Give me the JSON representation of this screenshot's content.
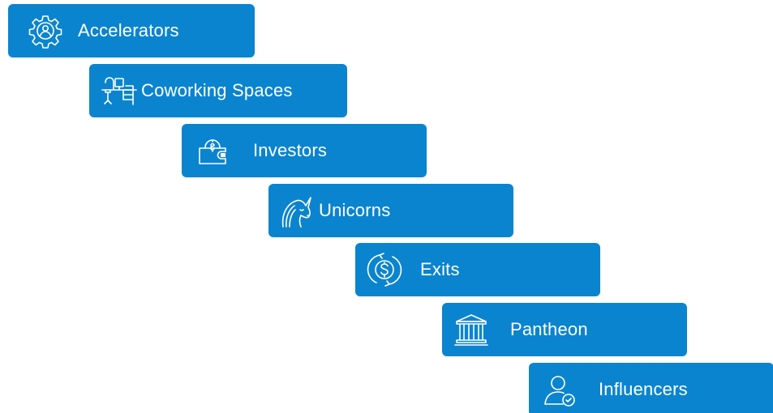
{
  "steps": [
    {
      "label": "Accelerators",
      "icon": "gear-person-icon"
    },
    {
      "label": "Coworking Spaces",
      "icon": "desk-workspace-icon"
    },
    {
      "label": "Investors",
      "icon": "wallet-coin-icon"
    },
    {
      "label": "Unicorns",
      "icon": "unicorn-icon"
    },
    {
      "label": "Exits",
      "icon": "dollar-cycle-icon"
    },
    {
      "label": "Pantheon",
      "icon": "pantheon-building-icon"
    },
    {
      "label": "Influencers",
      "icon": "person-badge-icon"
    }
  ],
  "colors": {
    "box": "#0b84cf",
    "text": "#ffffff",
    "background": "#ffffff"
  }
}
